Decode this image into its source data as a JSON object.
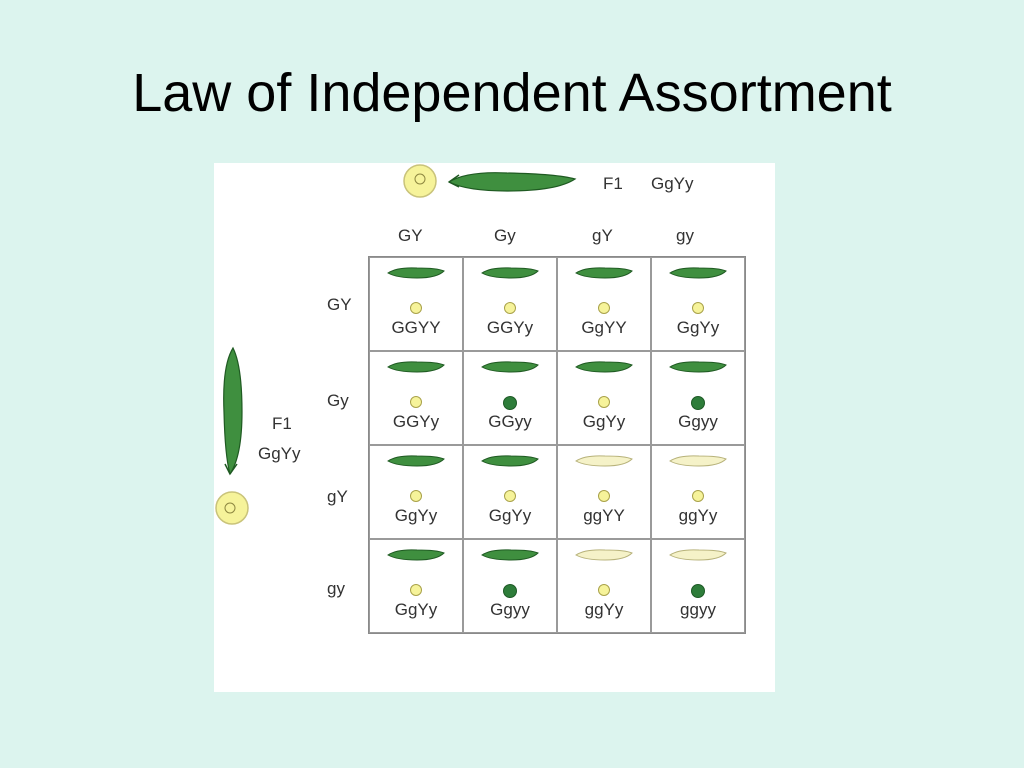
{
  "title": "Law of Independent Assortment",
  "colors": {
    "background": "#dcf4ee",
    "green_pod": "#3f8f3f",
    "yellow_pod": "#f5f2c8",
    "round_seed": "#f6f39a",
    "green_seed": "#2e7d3a"
  },
  "top_parent": {
    "label": "F1",
    "genotype": "GgYy"
  },
  "side_parent": {
    "label": "F1",
    "genotype": "GgYy"
  },
  "column_gametes": [
    "GY",
    "Gy",
    "gY",
    "gy"
  ],
  "row_gametes": [
    "GY",
    "Gy",
    "gY",
    "gy"
  ],
  "cells": [
    [
      {
        "genotype": "GGYY",
        "pod": "green",
        "seed": "round"
      },
      {
        "genotype": "GGYy",
        "pod": "green",
        "seed": "round"
      },
      {
        "genotype": "GgYY",
        "pod": "green",
        "seed": "round"
      },
      {
        "genotype": "GgYy",
        "pod": "green",
        "seed": "round"
      }
    ],
    [
      {
        "genotype": "GGYy",
        "pod": "green",
        "seed": "round"
      },
      {
        "genotype": "GGyy",
        "pod": "green",
        "seed": "green"
      },
      {
        "genotype": "GgYy",
        "pod": "green",
        "seed": "round"
      },
      {
        "genotype": "Ggyy",
        "pod": "green",
        "seed": "green"
      }
    ],
    [
      {
        "genotype": "GgYy",
        "pod": "green",
        "seed": "round"
      },
      {
        "genotype": "GgYy",
        "pod": "green",
        "seed": "round"
      },
      {
        "genotype": "ggYY",
        "pod": "yellow",
        "seed": "round"
      },
      {
        "genotype": "ggYy",
        "pod": "yellow",
        "seed": "round"
      }
    ],
    [
      {
        "genotype": "GgYy",
        "pod": "green",
        "seed": "round"
      },
      {
        "genotype": "Ggyy",
        "pod": "green",
        "seed": "green"
      },
      {
        "genotype": "ggYy",
        "pod": "yellow",
        "seed": "round"
      },
      {
        "genotype": "ggyy",
        "pod": "yellow",
        "seed": "green"
      }
    ]
  ]
}
